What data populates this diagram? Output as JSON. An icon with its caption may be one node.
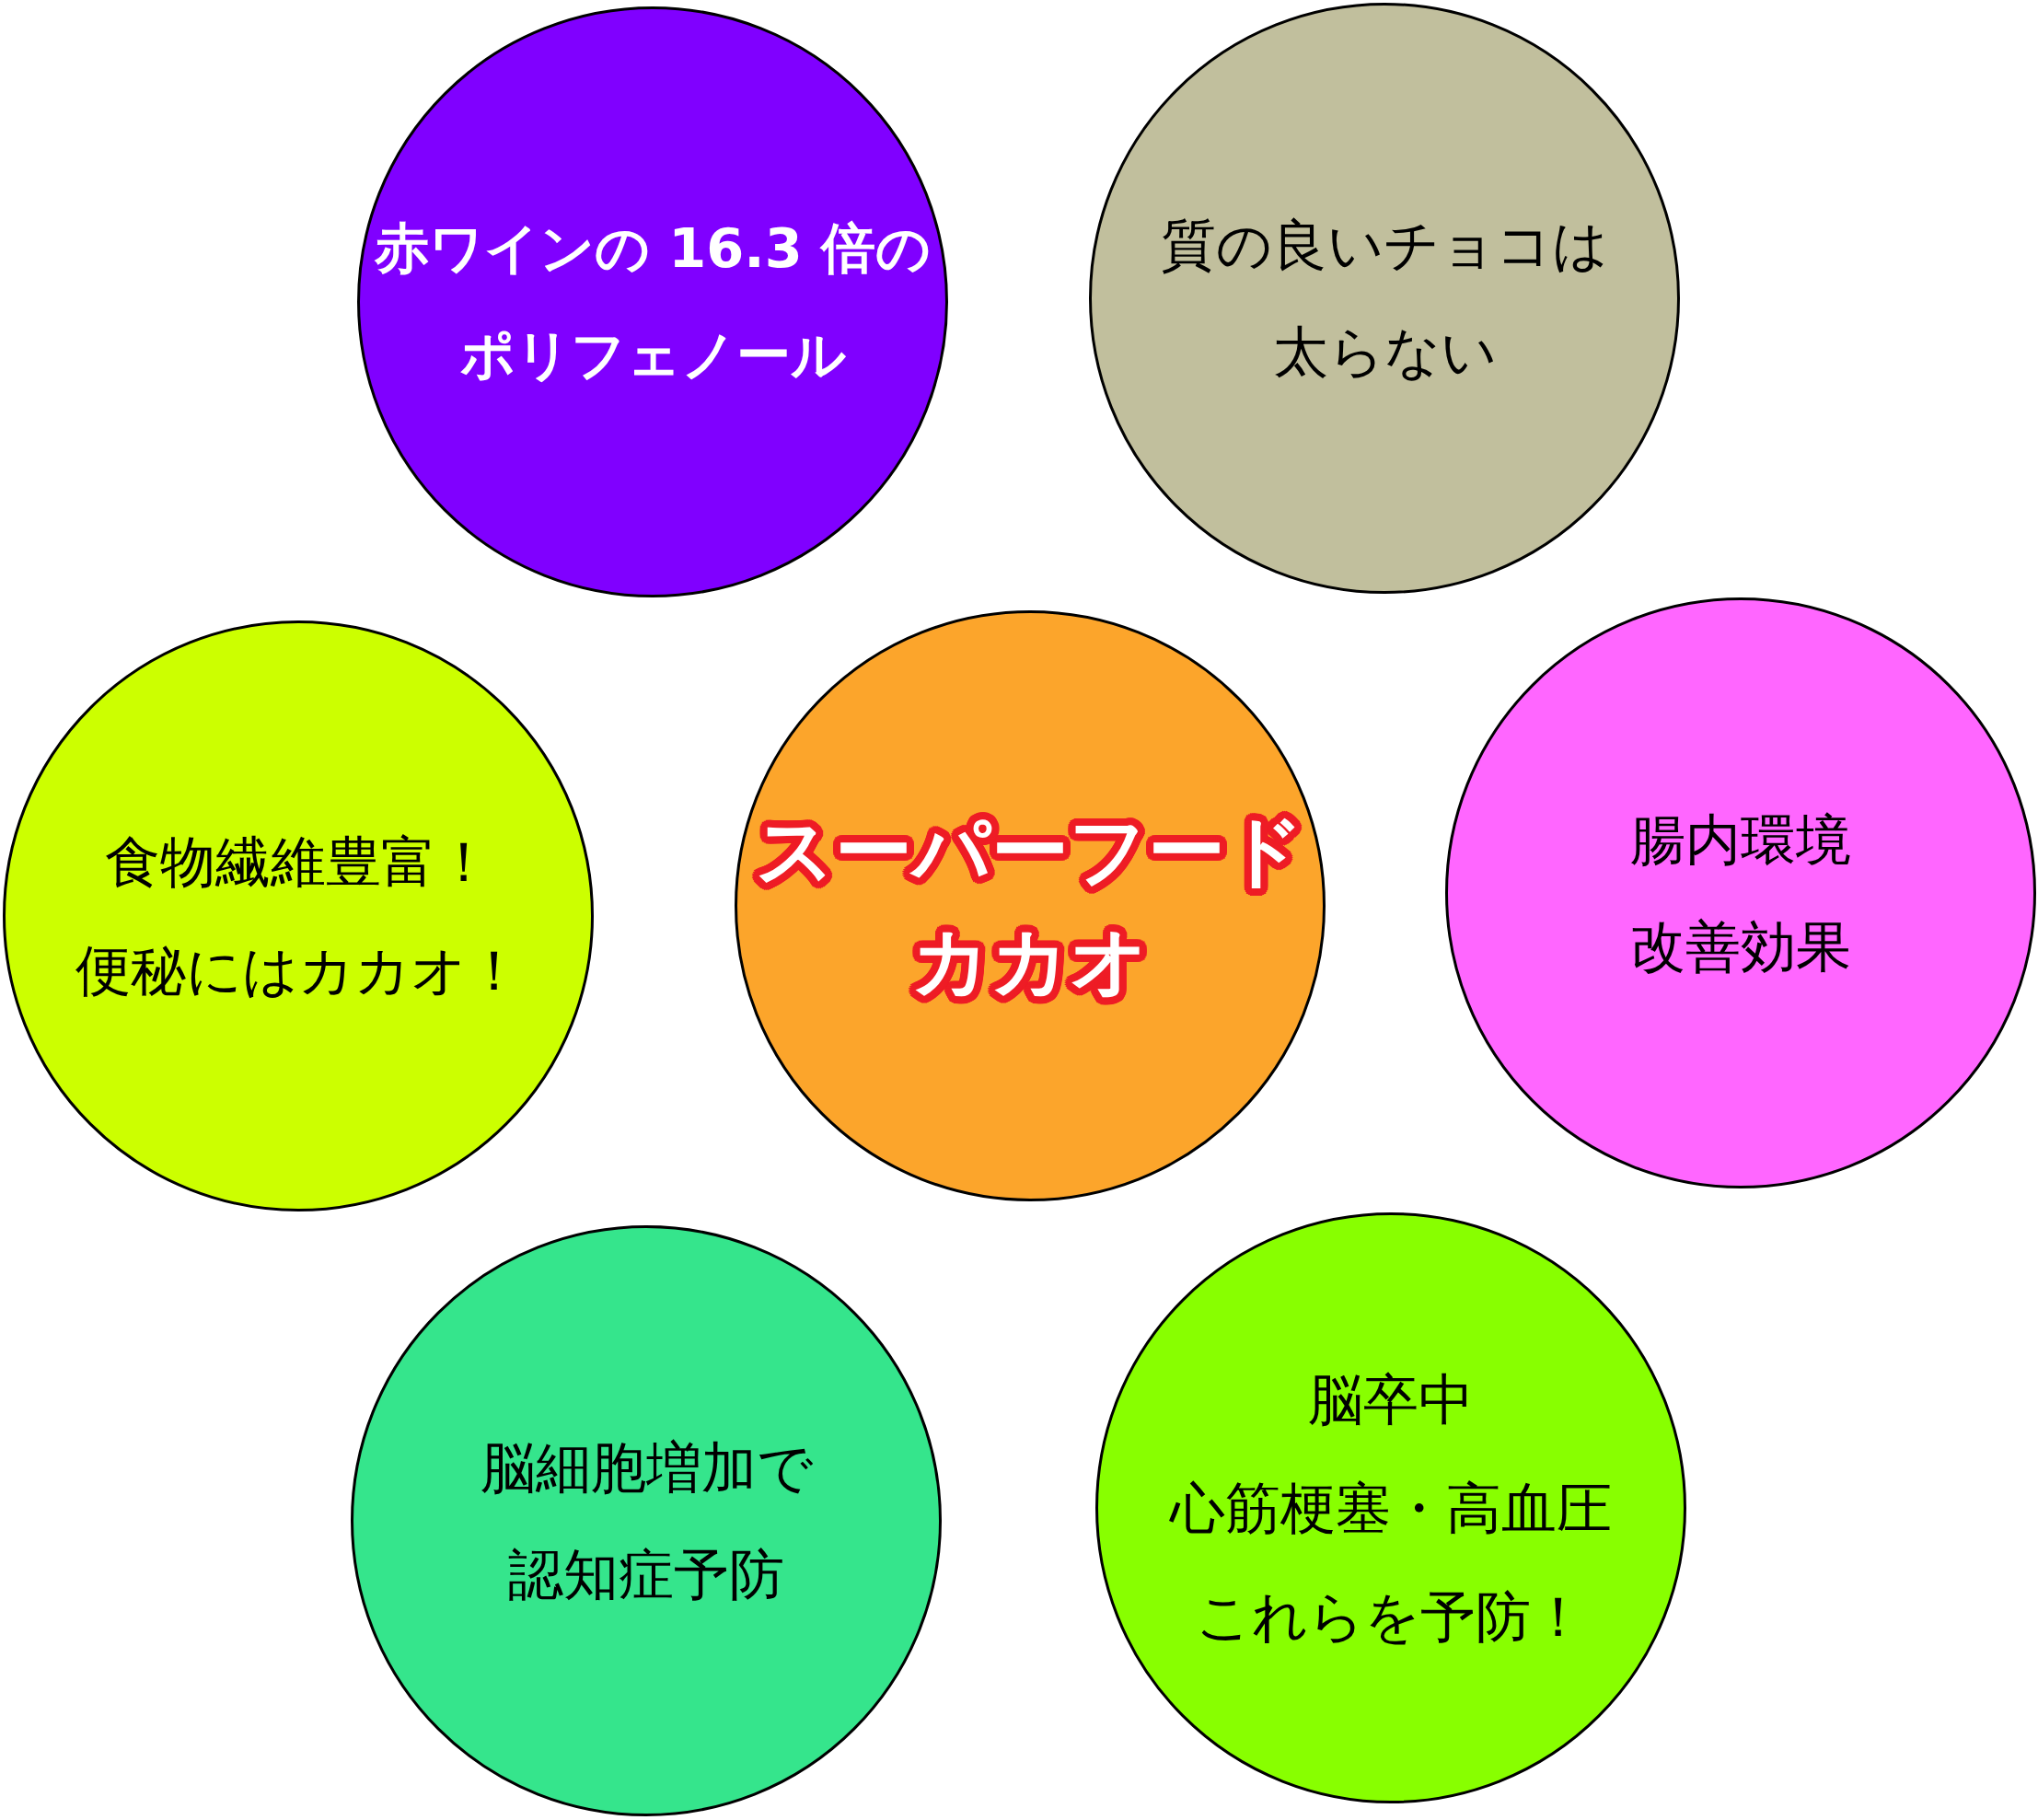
{
  "diagram": {
    "nodes": [
      {
        "text": [
          "赤ワインの 16.3 倍のポリフェノール"
        ]
      },
      {
        "text": [
          "質の良いチョコは太らない"
        ]
      },
      {
        "text": [
          "食物繊維豊富！",
          "便秘にはカカオ！"
        ]
      },
      {
        "text": [
          "スーパーフードカカオ"
        ]
      },
      {
        "text": [
          "腸内環境改善効果"
        ]
      },
      {
        "text": [
          "脳細胞増加で認知症予防"
        ]
      },
      {
        "text": [
          "脳卒中",
          "心筋梗塞・高血圧",
          "これらを予防！"
        ]
      }
    ]
  }
}
